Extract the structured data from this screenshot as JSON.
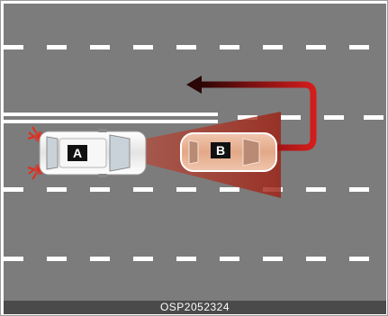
{
  "diagram": {
    "vehicle_a_label": "A",
    "vehicle_b_label": "B",
    "caption": "OSP2052324",
    "colors": {
      "road": "#7c7c7c",
      "lane_marking": "#ffffff",
      "sensor_zone": "#b03020",
      "warning_arrow": "#b01818",
      "vehicle_a_body": "#f2f2f2",
      "vehicle_b_body": "#e8b49a",
      "hazard_light": "#e82a1a"
    }
  }
}
